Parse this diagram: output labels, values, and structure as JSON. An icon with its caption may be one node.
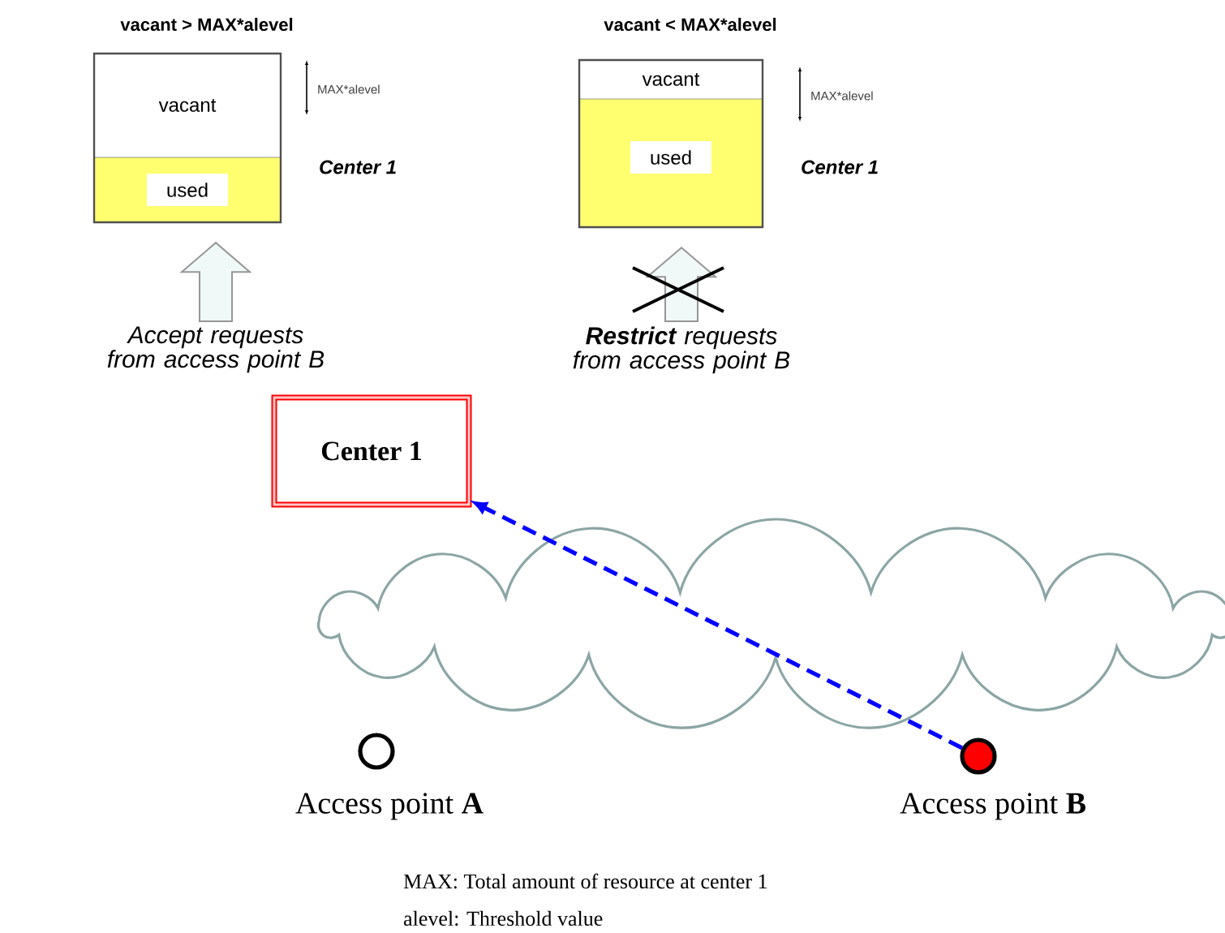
{
  "diagram": {
    "nodes": [
      {
        "text": [
          "vacant > MAX*alevel",
          "vacant",
          "used"
        ],
        "beside": [
          "MAX*alevel",
          "Center 1"
        ]
      },
      {
        "text": [
          "vacant < MAX*alevel",
          "vacant",
          "used"
        ],
        "beside": [
          "MAX*alevel",
          "Center 1"
        ]
      },
      {
        "text": [
          "Accept requests from access point B"
        ]
      },
      {
        "text": [
          "**Restrict** requests from access point B"
        ]
      },
      {
        "text": [
          "Center 1"
        ]
      },
      {
        "text": [
          "Access point **A**"
        ]
      },
      {
        "text": [
          "Access point **B**"
        ]
      }
    ],
    "edges": [
      {
        "from": 2,
        "to": 0,
        "arrow": "to"
      },
      {
        "from": 3,
        "to": 1,
        "arrow": "to"
      },
      {
        "from": 6,
        "to": 4,
        "arrow": "to",
        "style": "dashed",
        "color": "#0000ff"
      }
    ],
    "labels": [
      "MAX: Total amount of resource at center 1",
      "alevel: Threshold value"
    ]
  }
}
